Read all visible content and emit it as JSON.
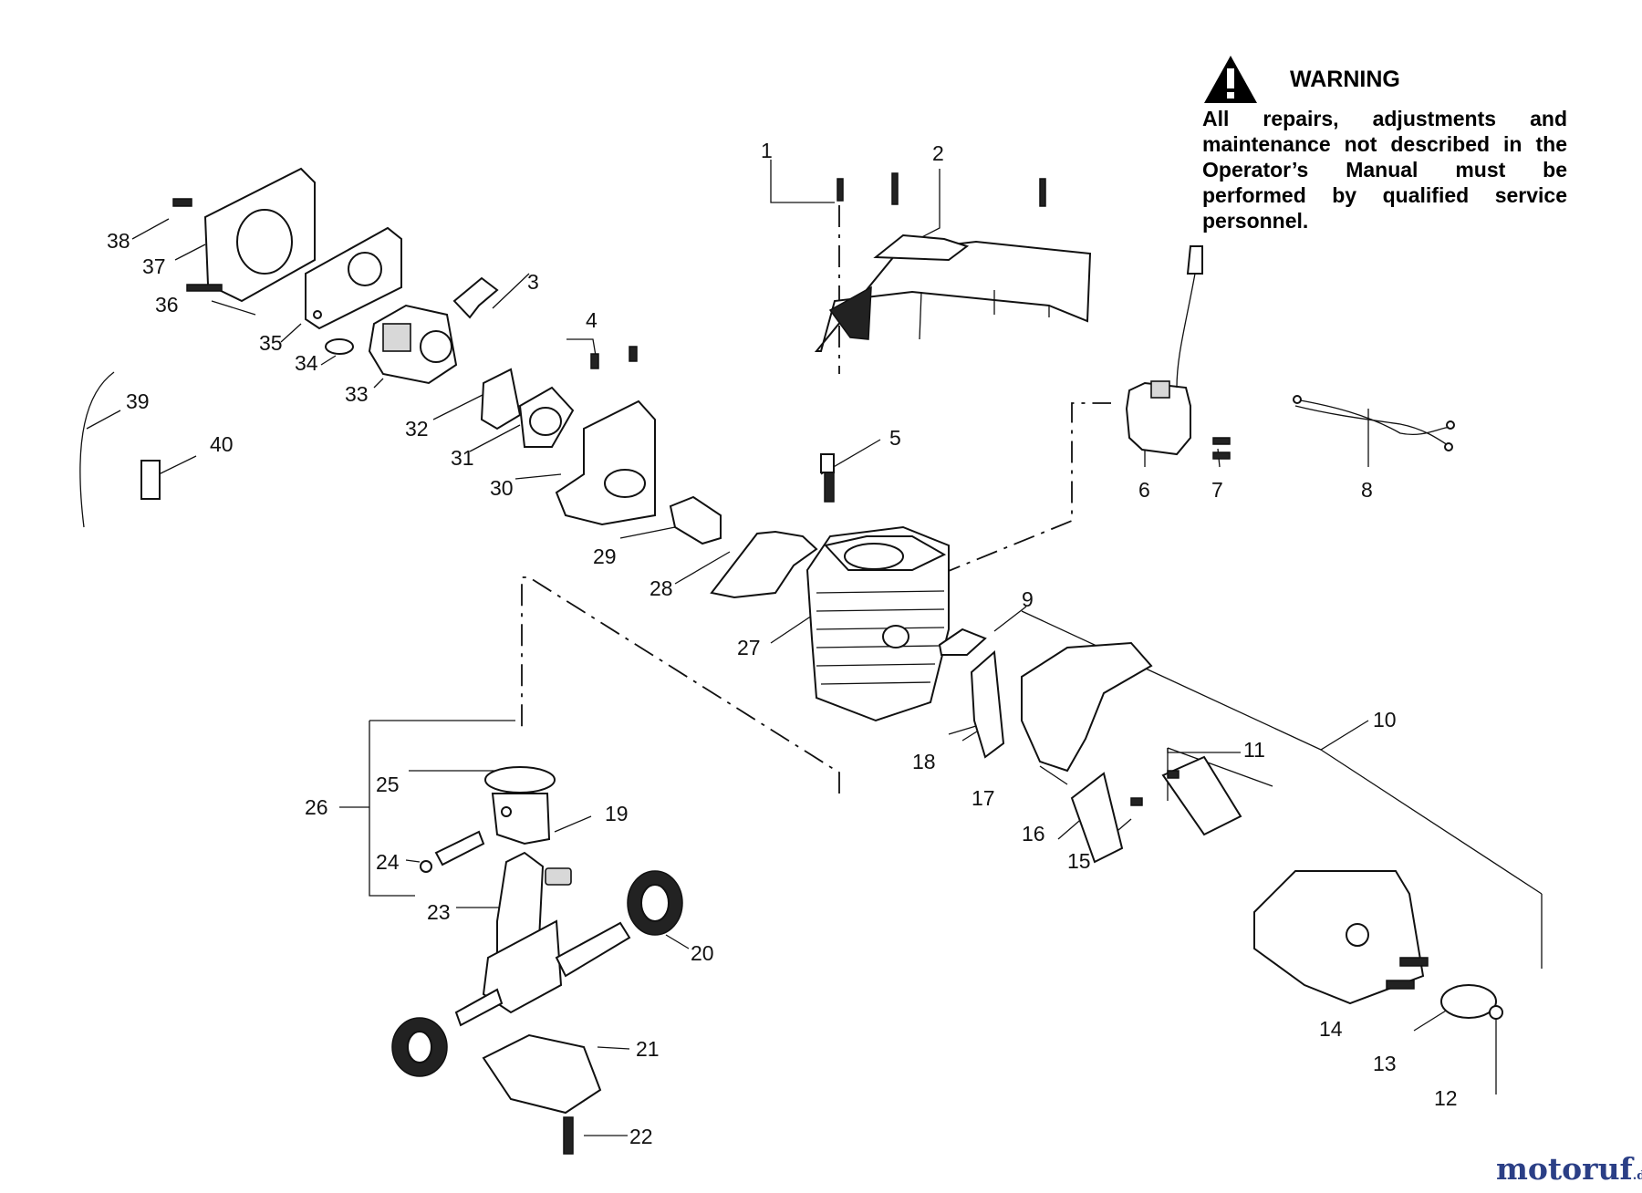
{
  "warning": {
    "title": "WARNING",
    "text": "All repairs, adjustments and maintenance not described in the Operator’s Manual must be performed by qualified service personnel."
  },
  "parts": [
    {
      "n": "1"
    },
    {
      "n": "2"
    },
    {
      "n": "3"
    },
    {
      "n": "4"
    },
    {
      "n": "5"
    },
    {
      "n": "6"
    },
    {
      "n": "7"
    },
    {
      "n": "8"
    },
    {
      "n": "9"
    },
    {
      "n": "10"
    },
    {
      "n": "11"
    },
    {
      "n": "12"
    },
    {
      "n": "13"
    },
    {
      "n": "14"
    },
    {
      "n": "15"
    },
    {
      "n": "16"
    },
    {
      "n": "17"
    },
    {
      "n": "18"
    },
    {
      "n": "19"
    },
    {
      "n": "20"
    },
    {
      "n": "21"
    },
    {
      "n": "22"
    },
    {
      "n": "23"
    },
    {
      "n": "24"
    },
    {
      "n": "25"
    },
    {
      "n": "26"
    },
    {
      "n": "27"
    },
    {
      "n": "28"
    },
    {
      "n": "29"
    },
    {
      "n": "30"
    },
    {
      "n": "31"
    },
    {
      "n": "32"
    },
    {
      "n": "33"
    },
    {
      "n": "34"
    },
    {
      "n": "35"
    },
    {
      "n": "36"
    },
    {
      "n": "37"
    },
    {
      "n": "38"
    },
    {
      "n": "39"
    },
    {
      "n": "40"
    }
  ],
  "watermark": {
    "name": "motoruf",
    "suffix": ".de"
  },
  "colors": {
    "ink": "#111111",
    "brand": "#2b3f86",
    "shade": "#d8d8d8"
  }
}
